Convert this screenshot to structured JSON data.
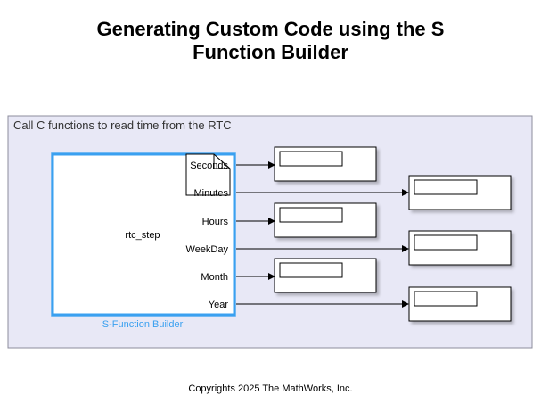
{
  "title": {
    "line1": "Generating Custom Code using the S",
    "line2": "Function Builder"
  },
  "area": {
    "label": "Call C functions to read time from the RTC",
    "fill": "#e8e8f6"
  },
  "sfunction": {
    "name": "rtc_step",
    "caption": "S-Function Builder",
    "accent": "#3aa0f0",
    "ports": [
      "Seconds",
      "Minutes",
      "Hours",
      "WeekDay",
      "Month",
      "Year"
    ]
  },
  "copyright": "Copyrights 2025 The MathWorks, Inc."
}
